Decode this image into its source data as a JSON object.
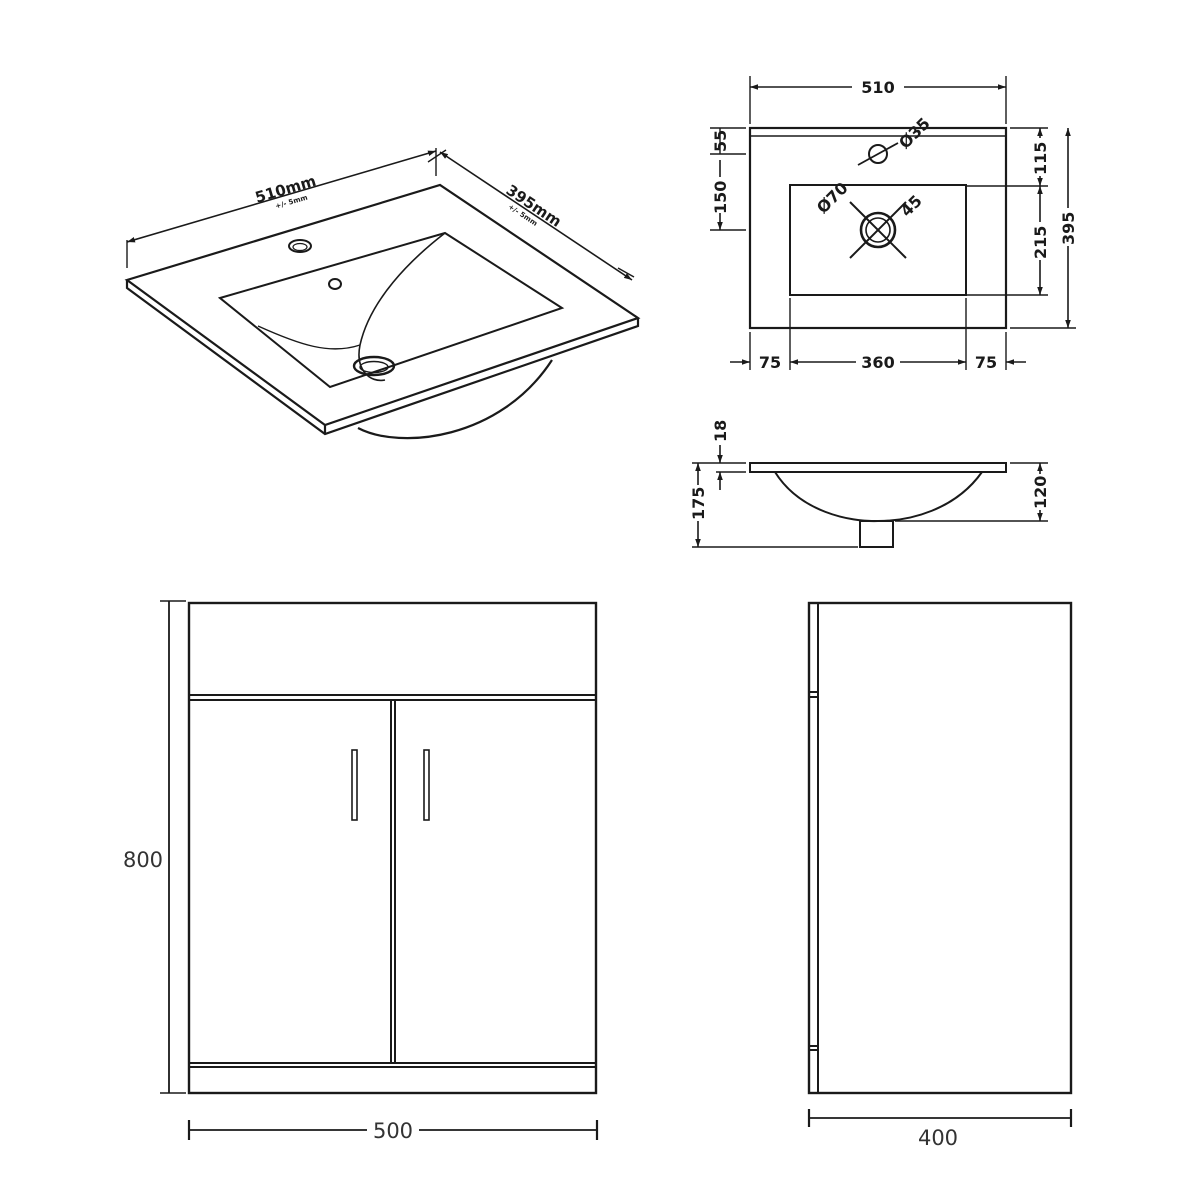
{
  "colors": {
    "line": "#1a1a1a",
    "background": "#ffffff"
  },
  "isometric": {
    "width_label": "510mm",
    "width_tolerance": "+/- 5mm",
    "depth_label": "395mm",
    "depth_tolerance": "+/- 5mm"
  },
  "top_view": {
    "overall_width": "510",
    "tap_hole": "Ø35",
    "tap_offset": "55",
    "bowl_offset_left": "150",
    "bowl_offset_right": "115",
    "waste": "Ø70",
    "waste_angle": "45",
    "bowl_depth": "215",
    "overall_depth": "395",
    "margin_left": "75",
    "bowl_width": "360",
    "margin_right": "75"
  },
  "side_view": {
    "top_thickness": "18",
    "total_depth": "175",
    "bowl_depth": "120"
  },
  "cabinet_front": {
    "height": "800",
    "width": "500"
  },
  "cabinet_side": {
    "depth": "400"
  }
}
